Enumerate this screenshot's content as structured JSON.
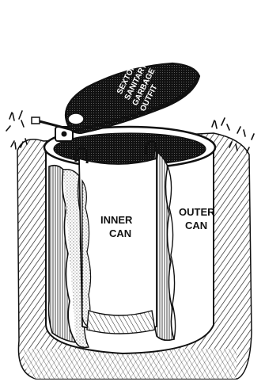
{
  "figure": {
    "lid_lettering": [
      "SEXTON'S",
      "SANITARY",
      "GARBAGE",
      "OUTFIT"
    ],
    "inner_label_line1": "INNER",
    "inner_label_line2": "CAN",
    "outer_label_line1": "OUTER",
    "outer_label_line2": "CAN",
    "colors": {
      "ink": "#111111",
      "paper": "#ffffff"
    }
  }
}
